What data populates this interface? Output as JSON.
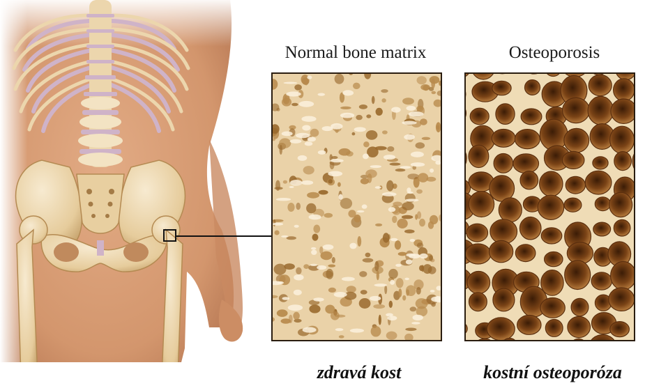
{
  "panels": {
    "normal": {
      "title": "Normal bone matrix",
      "caption": "zdravá kost"
    },
    "osteoporosis": {
      "title": "Osteoporosis",
      "caption": "kostní osteoporóza"
    }
  },
  "colors": {
    "skin": "#d79d74",
    "skin_shadow": "#b97852",
    "bone": "#efdcb6",
    "bone_shadow": "#c9a56f",
    "cartilage": "#cfb3c8",
    "healthy_matrix": "#ead2a8",
    "osteo_background": "#6e3b15",
    "connector_line": "#111111"
  }
}
